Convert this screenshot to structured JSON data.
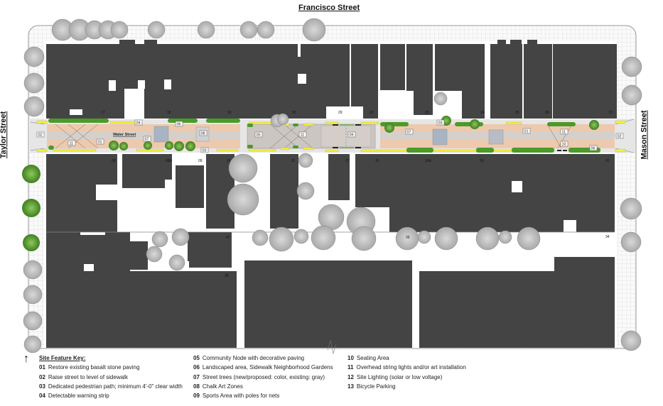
{
  "streets": {
    "top": "Francisco Street",
    "left": "Taylor Street",
    "right": "Mason Street",
    "center": "Water Street"
  },
  "north_arrow": "↑",
  "key": {
    "title": "Site Feature Key:",
    "items": [
      {
        "num": "01",
        "label": "Restore existing basalt stone paving"
      },
      {
        "num": "02",
        "label": "Raise street to level of sidewalk"
      },
      {
        "num": "03",
        "label": "Dedicated pedestrian path; minimum 4'-0\" clear width"
      },
      {
        "num": "04",
        "label": "Detectable warning strip"
      },
      {
        "num": "05",
        "label": "Community Node with decorative paving"
      },
      {
        "num": "06",
        "label": "Landscaped area, Sidewalk Neighborhood Gardens"
      },
      {
        "num": "07",
        "label": "Street trees (new/proposed: color, existing: gray)"
      },
      {
        "num": "08",
        "label": "Chalk Art Zones"
      },
      {
        "num": "09",
        "label": "Sports Area with poles for nets"
      },
      {
        "num": "10",
        "label": "Seating Area"
      },
      {
        "num": "11",
        "label": "Overhead string lights and/or art installation"
      },
      {
        "num": "12",
        "label": "Site Lighting (solar or low voltage)"
      },
      {
        "num": "13",
        "label": "Bicycle Parking"
      }
    ]
  },
  "buildings_north": [
    "17",
    "18",
    "19",
    "20",
    "29",
    "22",
    "23",
    "24",
    "25",
    "26",
    "01"
  ],
  "buildings_south": [
    "08",
    "08A",
    "09",
    "10",
    "11",
    "27",
    "15",
    "16A",
    "16",
    "02"
  ],
  "buildings_rear": [
    "07",
    "36",
    "35",
    "34"
  ],
  "street_tags": [
    "02",
    "11",
    "01",
    "04",
    "07",
    "06",
    "08",
    "03",
    "05",
    "11",
    "09",
    "07",
    "03",
    "01",
    "11",
    "10",
    "06",
    "02"
  ],
  "colors": {
    "building": "#444444",
    "street_paving": "#edc9ae",
    "center_band": "#d6d0cc",
    "warning_strip": "#f5ef3a",
    "planting": "#4c9a2a",
    "node_paving": "#ccc6c2",
    "sidewalk_grid": "#d8d8d8"
  }
}
